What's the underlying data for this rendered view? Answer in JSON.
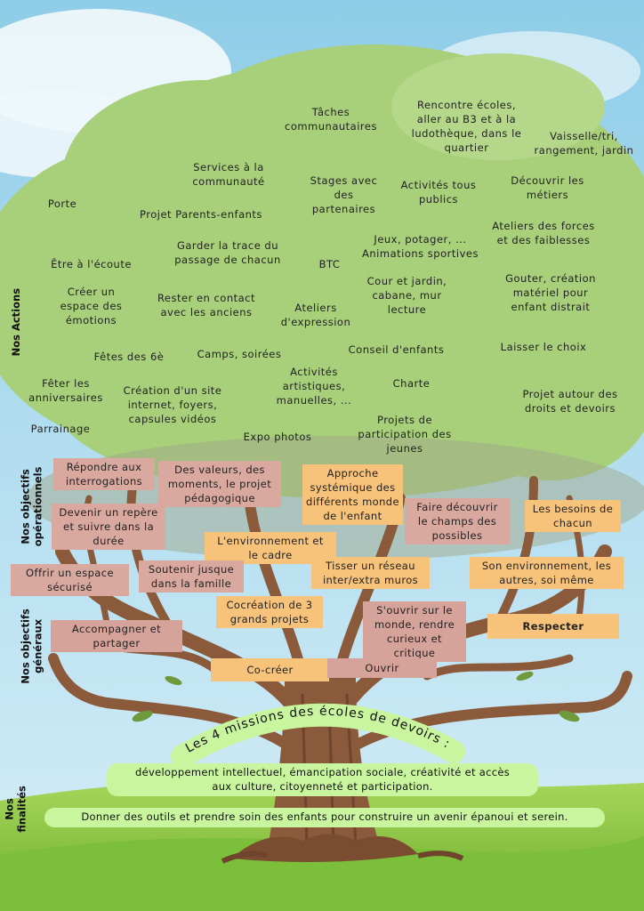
{
  "side_labels": {
    "actions": "Nos Actions",
    "operational": "Nos objectifs\nopérationnels",
    "general": "Nos objectifs\ngénéraux",
    "finalites": "Nos finalités"
  },
  "actions": [
    "Tâches\ncommunautaires",
    "Rencontre écoles,\naller au B3 et à la\nludothèque, dans le\nquartier",
    "Vaisselle/tri,\nrangement, jardin",
    "Services à la\ncommunauté",
    "Stages avec\ndes\npartenaires",
    "Activités tous\npublics",
    "Découvrir les\nmétiers",
    "Porte",
    "Projet Parents-enfants",
    "Ateliers des forces\net des faiblesses",
    "Jeux, potager, ...\nAnimations sportives",
    "Garder la trace du\npassage de chacun",
    "Être à l'écoute",
    "BTC",
    "Cour et jardin,\ncabane, mur\nlecture",
    "Gouter, création\nmatériel pour\nenfant distrait",
    "Créer un\nespace des\némotions",
    "Rester en contact\navec les anciens",
    "Ateliers\nd'expression",
    "Conseil d'enfants",
    "Laisser le choix",
    "Fêtes des 6è",
    "Camps, soirées",
    "Activités\nartistiques,\nmanuelles, ...",
    "Charte",
    "Fêter les\nanniversaires",
    "Création d'un site\ninternet, foyers,\ncapsules vidéos",
    "Projet autour des\ndroits et devoirs",
    "Parrainage",
    "Expo photos",
    "Projets de\nparticipation des\njeunes"
  ],
  "operational": [
    "Répondre aux\ninterrogations",
    "Des valeurs, des\nmoments, le projet\npédagogique",
    "Approche\nsystémique des\ndifférents monde\nde l'enfant",
    "Faire découvrir\nle champs des\npossibles",
    "Les besoins de\nchacun",
    "Devenir un repère\net suivre dans la\ndurée",
    "L'environnement et\nle cadre",
    "Tisser un réseau\ninter/extra muros",
    "Son environnement, les\nautres, soi même",
    "Offrir un espace\nsécurisé",
    "Soutenir jusque\ndans la famille"
  ],
  "general": [
    "Cocréation de 3\ngrands projets",
    "S'ouvrir sur le\nmonde, rendre\ncurieux et critique",
    "Accompagner et\npartager",
    "Respecter",
    "Co-créer",
    "Ouvrir"
  ],
  "finalites": {
    "arc_title": "Les 4 missions des écoles de devoirs :",
    "missions": "développement intellectuel, émancipation sociale, créativité et accès\naux culture, citoyenneté et participation.",
    "goal": "Donner des outils et prendre soin des enfants pour construire un avenir épanoui et serein."
  },
  "colors": {
    "sky": "#bfe3f2",
    "canopy": "#a9cf7c",
    "grass": "#8cc63f",
    "trunk": "#8a5a3b",
    "pink": "#d9a9a0",
    "orange": "#f7c27a",
    "pill": "#c9f59e"
  }
}
